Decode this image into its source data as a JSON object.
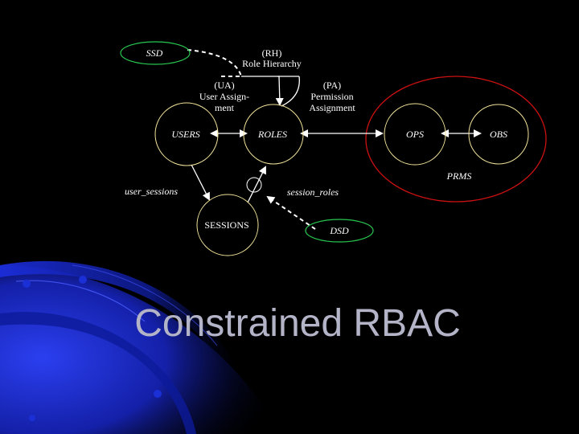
{
  "colors": {
    "background": "#000000",
    "node_stroke": "#f2e39a",
    "constraint_stroke": "#28c850",
    "permissions_ellipse": "#cc1111",
    "edge": "#ffffff",
    "title": "#b4b4c8",
    "swoosh": "#1a2fd6"
  },
  "diagram": {
    "nodes": {
      "users": "USERS",
      "roles": "ROLES",
      "sessions": "SESSIONS",
      "ops": "OPS",
      "obs": "OBS"
    },
    "constraints": {
      "ssd": "SSD",
      "dsd": "DSD"
    },
    "relations": {
      "rh": [
        "(RH)",
        "Role Hierarchy"
      ],
      "ua": [
        "(UA)",
        "User Assign-",
        "ment"
      ],
      "pa": [
        "(PA)",
        "Permission",
        "Assignment"
      ],
      "prms": "PRMS",
      "user_sessions": "user_sessions",
      "session_roles": "session_roles"
    }
  },
  "title": "Constrained RBAC"
}
